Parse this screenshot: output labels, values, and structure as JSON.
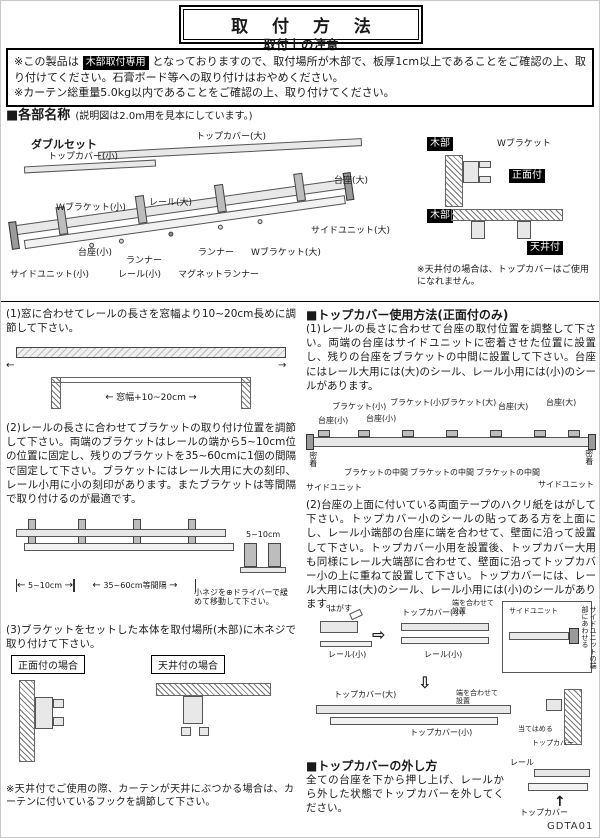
{
  "colors": {
    "ink": "#1a1a1a",
    "badge_bg": "#000000",
    "badge_fg": "#ffffff"
  },
  "icons": {
    "arrow_left": "←",
    "arrow_right": "→",
    "arrow_right_big": "⇨",
    "arrow_down_big": "⇩",
    "arrow_up": "↑"
  },
  "page": {
    "title": "取 付 方 法",
    "footer_code": "GDTA01"
  },
  "caution": {
    "header": "取付上の注意",
    "line1_prefix": "※この製品は",
    "line1_badge": "木部取付専用",
    "line1_suffix": "となっておりますので、取付場所が木部で、板厚1cm以上であることをご確認の上、取り付けてください。石膏ボード等への取り付けはおやめください。",
    "line2": "※カーテン総重量5.0kg以内であることをご確認の上、取り付けてください。"
  },
  "parts": {
    "heading": "■各部名称",
    "heading_note": "(説明図は2.0m用を見本にしています。)",
    "set_label": "ダブルセット",
    "labels": {
      "top_cover_small": "トップカバー(小)",
      "top_cover_large": "トップカバー(大)",
      "base_large": "台座(大)",
      "w_bracket_small": "Wブラケット(小)",
      "rail_large": "レール(大)",
      "side_unit_large": "サイドユニット(大)",
      "base_small": "台座(小)",
      "runner_1": "ランナー",
      "runner_2": "ランナー",
      "w_bracket_large": "Wブラケット(大)",
      "magnet_runner": "マグネットランナー",
      "side_unit_small": "サイドユニット(小)",
      "rail_small": "レール(小)"
    },
    "mount": {
      "wood_front": "木部",
      "w_bracket": "Wブラケット",
      "front_badge": "正面付",
      "wood_ceiling": "木部",
      "ceiling_badge": "天井付",
      "note": "※天井付の場合は、トップカバーはご使用になれません。"
    }
  },
  "left": {
    "step1": {
      "text": "(1)窓に合わせてレールの長さを窓幅より10~20cm長めに調節して下さい。",
      "width_label": "窓幅+10~20cm"
    },
    "step2": {
      "text": "(2)レールの長さに合わせてブラケットの取り付け位置を調節して下さい。両端のブラケットはレールの端から5~10cm位の位置に固定し、残りのブラケットを35~60cmに1個の間隔で固定して下さい。ブラケットにはレール大用に大の刻印、レール小用に小の刻印があります。またブラケットは等間隔で取り付けるのが最適です。",
      "dim_left": "5~10cm",
      "dim_mid": "35~60cm等間隔",
      "dim_right": "5~10cm",
      "screw_note": "小ネジを⊕ドライバーで緩めて移動して下さい。"
    },
    "step3": {
      "text": "(3)ブラケットをセットした本体を取付場所(木部)に木ネジで取り付けて下さい。",
      "front_case": "正面付の場合",
      "ceiling_case": "天井付の場合",
      "note": "※天井付でご使用の際、カーテンが天井にぶつかる場合は、カーテンに付いているフックを調節して下さい。"
    }
  },
  "right": {
    "heading": "■トップカバー使用方法(正面付のみ)",
    "step1": {
      "text": "(1)レールの長さに合わせて台座の取付位置を調整して下さい。両端の台座はサイドユニットに密着させた位置に設置し、残りの台座をブラケットの中間に設置して下さい。台座にはレール大用には(大)のシール、レール小用には(小)のシールがあります。",
      "labels": {
        "bracket_small_1": "ブラケット(小)",
        "bracket_small_2": "ブラケット(小)",
        "bracket_large": "ブラケット(大)",
        "base_large_1": "台座(大)",
        "base_large_2": "台座(大)",
        "base_small_1": "台座(小)",
        "base_small_2": "台座(小)",
        "adhere_left": "密着",
        "adhere_right": "密着",
        "mid_1": "ブラケットの中間",
        "mid_2": "ブラケットの中間",
        "mid_3": "ブラケットの中間",
        "side_unit_left": "サイドユニット",
        "side_unit_right": "サイドユニット"
      }
    },
    "step2": {
      "text": "(2)台座の上面に付いている両面テープのハクリ紙をはがして下さい。トップカバー小のシールの貼ってある方を上面にし、レール小端部の台座に端を合わせて、壁面に沿って設置して下さい。トップカバー小用を設置後、トップカバー大用も同様にレール大端部に合わせて、壁面に沿ってトップカバー小の上に重ねて設置して下さい。トップカバーには、レール大用には(大)のシール、レール小用には(小)のシールがあります。",
      "labels": {
        "peel": "はがす",
        "top_cover_small_a": "トップカバー(小)",
        "align_end_a": "端を合わせて設置",
        "rail_small_a": "レール(小)",
        "rail_small_b": "レール(小)",
        "side_unit": "サイドユニット",
        "side_unit_align": "サイドユニットの端部にあわせる",
        "top_cover_large": "トップカバー(大)",
        "top_cover_small_b": "トップカバー(小)",
        "align_end_b": "端を合わせて設置",
        "fit": "当てはめる",
        "top_cover": "トップカバー"
      }
    },
    "removal": {
      "heading": "■トップカバーの外し方",
      "text": "全ての台座を下から押し上げ、レールから外した状態でトップカバーを外してください。",
      "rail_label": "レール",
      "cover_label": "トップカバー"
    }
  }
}
